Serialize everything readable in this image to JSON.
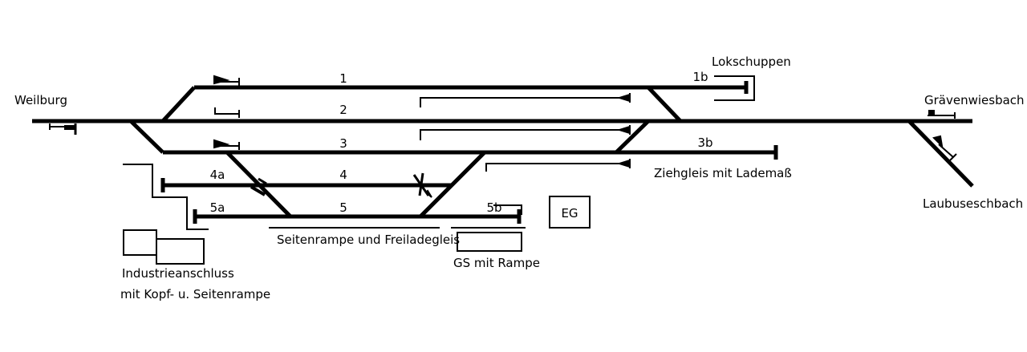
{
  "station": {
    "destinations": {
      "west": "Weilburg",
      "east": "Grävenwiesbach",
      "southeast": "Laubuseschbach"
    },
    "tracks": {
      "t1": "1",
      "t1b": "1b",
      "t2": "2",
      "t3": "3",
      "t3b": "3b",
      "t4": "4",
      "t4a": "4a",
      "t5": "5",
      "t5a": "5a",
      "t5b": "5b"
    },
    "facilities": {
      "engine_shed": "Lokschuppen",
      "headshunt": "Ziehgleis mit Lademaß",
      "ramp_siding": "Seitenrampe und Freiladegleis",
      "goods_shed": "GS mit Rampe",
      "station_building": "EG",
      "industry_line1": "Industrieanschluss",
      "industry_line2": "mit Kopf- u. Seitenrampe"
    }
  }
}
